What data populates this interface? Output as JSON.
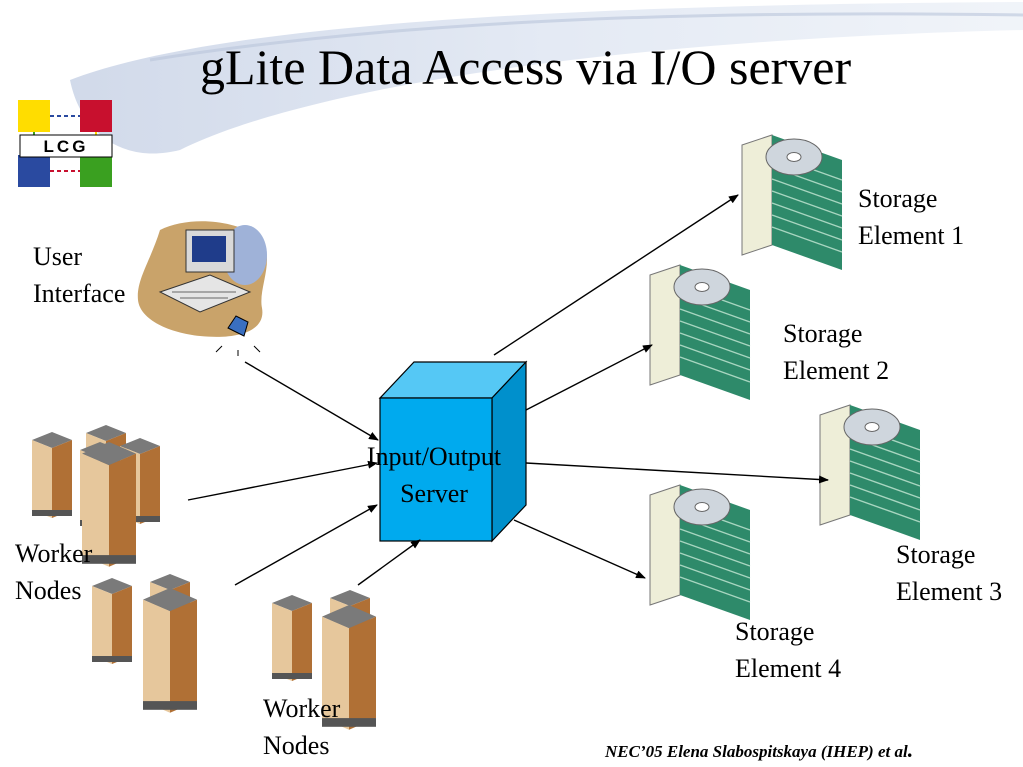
{
  "title": "gLite Data Access via I/O server",
  "logo": {
    "text": "LCG",
    "colors": [
      "#ffdd00",
      "#c8102e",
      "#2a4aa0",
      "#3aa020"
    ]
  },
  "server": {
    "line1": "Input/Output",
    "line2": "Server",
    "color": "#00aaee"
  },
  "user_interface": {
    "line1": "User",
    "line2": "Interface"
  },
  "worker_nodes_left": {
    "line1": "Worker",
    "line2": "Nodes"
  },
  "worker_nodes_bottom": {
    "line1": "Worker",
    "line2": "Nodes"
  },
  "storage": [
    {
      "line1": "Storage",
      "line2": "Element 1"
    },
    {
      "line1": "Storage",
      "line2": "Element 2"
    },
    {
      "line1": "Storage",
      "line2": "Element 3"
    },
    {
      "line1": "Storage",
      "line2": "Element 4"
    }
  ],
  "footer": {
    "text": "NEC’05 Elena Slabospitskaya (IHEP) et al",
    "dot": "."
  }
}
